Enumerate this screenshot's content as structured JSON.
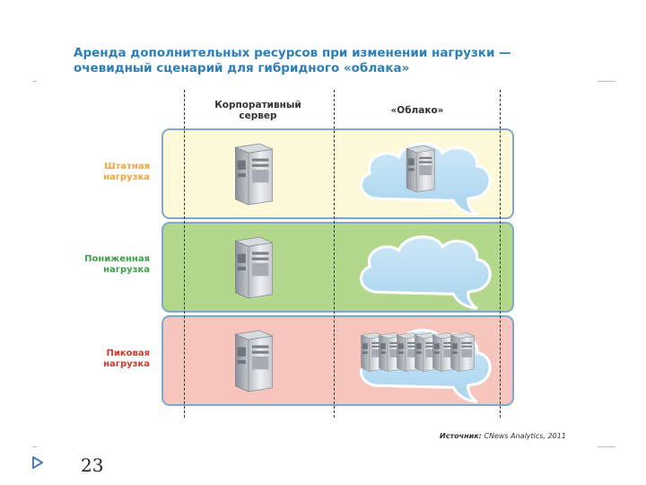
{
  "title": {
    "line1": "Аренда дополнительных ресурсов при изменении нагрузки —",
    "line2": "очевидный сценарий для гибридного «облака»"
  },
  "columns": {
    "corporate": {
      "line1": "Корпоративный",
      "line2": "сервер"
    },
    "cloud": {
      "line1": "«Облако»"
    }
  },
  "rows": [
    {
      "label_line1": "Штатная",
      "label_line2": "нагрузка",
      "label_color": "#f4a530",
      "bg": "#fdf9d9",
      "cloud_servers": 1
    },
    {
      "label_line1": "Пониженная",
      "label_line2": "нагрузка",
      "label_color": "#3aa14a",
      "bg": "#b3d88c",
      "cloud_servers": 0
    },
    {
      "label_line1": "Пиковая",
      "label_line2": "нагрузка",
      "label_color": "#d0392b",
      "bg": "#f6c5bd",
      "cloud_servers": 6
    }
  ],
  "source": {
    "label": "Источник:",
    "text": "CNews Analytics, 2011"
  },
  "page_number": "23",
  "icons": [
    "server-icon",
    "cloud-icon",
    "arrow-right-icon"
  ]
}
